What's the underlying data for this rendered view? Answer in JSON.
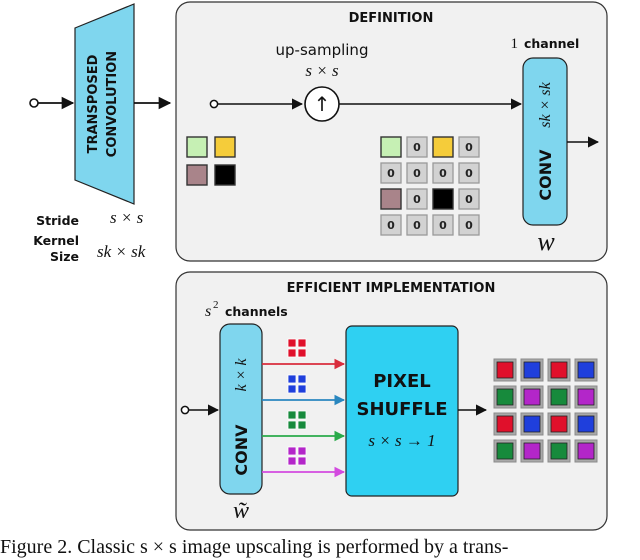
{
  "transposed": {
    "label_line1": "TRANSPOSED",
    "label_line2": "CONVOLUTION",
    "stride_label": "Stride",
    "stride_value": "s × s",
    "kernel_label_line1": "Kernel",
    "kernel_label_line2": "Size",
    "kernel_value": "sk × sk"
  },
  "definition": {
    "title": "DEFINITION",
    "upsampling_label": "up-sampling",
    "upsampling_factor": "s × s",
    "upsampling_symbol": "↑",
    "channel_number": "1",
    "channel_label": "channel",
    "conv_label": "CONV",
    "conv_kernel": "sk × sk",
    "weight_symbol": "w",
    "input_colors": [
      "#c6f0b4",
      "#f5cc3a",
      "#a9848a",
      "#000000"
    ],
    "zero_value": "0",
    "upsampled_grid": [
      [
        "#c6f0b4",
        "0",
        "#f5cc3a",
        "0"
      ],
      [
        "0",
        "0",
        "0",
        "0"
      ],
      [
        "#a9848a",
        "0",
        "#000000",
        "0"
      ],
      [
        "0",
        "0",
        "0",
        "0"
      ]
    ]
  },
  "efficient": {
    "title": "EFFICIENT IMPLEMENTATION",
    "channels_exponent": "2",
    "channels_label": "channels",
    "channels_base": "s",
    "conv_label": "CONV",
    "conv_kernel": "k × k",
    "weight_symbol": "w̃",
    "shuffle_line1": "PIXEL",
    "shuffle_line2": "SHUFFLE",
    "shuffle_formula": "s × s → 1",
    "channel_colors": [
      "#e0102b",
      "#1f3fdc",
      "#178a3c",
      "#b326c9"
    ],
    "arrow_colors": [
      "#d92c3c",
      "#2a87bf",
      "#2aaa4a",
      "#d34adf"
    ],
    "output_grid": [
      [
        "#e0102b",
        "#1f3fdc",
        "#e0102b",
        "#1f3fdc"
      ],
      [
        "#178a3c",
        "#b326c9",
        "#178a3c",
        "#b326c9"
      ],
      [
        "#e0102b",
        "#1f3fdc",
        "#e0102b",
        "#1f3fdc"
      ],
      [
        "#178a3c",
        "#b326c9",
        "#178a3c",
        "#b326c9"
      ]
    ]
  },
  "caption": "Figure 2. Classic s × s image upscaling is performed by a trans-"
}
